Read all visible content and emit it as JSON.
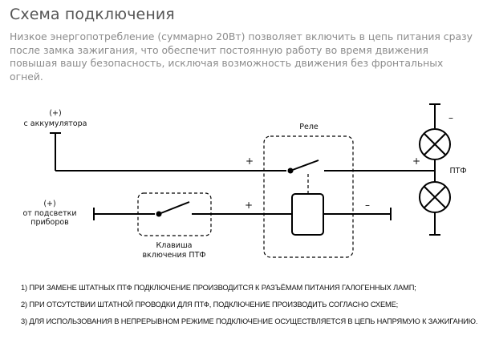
{
  "header": {
    "title": "Схема подключения",
    "description": "Низкое энергопотребление (суммарно 20Вт) позволяет включить в цепь питания сразу после замка зажигания, что обеспечит постоянную работу во время движения повышая вашу безопасность, исключая возможность движения без фронтальных огней."
  },
  "diagram": {
    "battery_plus": "(+)",
    "battery_label": "с аккумулятора",
    "dashboard_plus": "(+)",
    "dashboard_label_line1": "от подсветки",
    "dashboard_label_line2": "приборов",
    "relay_label": "Реле",
    "switch_label_line1": "Клавиша",
    "switch_label_line2": "включения ПТФ",
    "ptf_label": "ПТФ",
    "plus_top_wire": "+",
    "plus_lamp_feed": "+",
    "plus_coil": "+",
    "minus_coil": "–",
    "minus_lamp": "–"
  },
  "notes": [
    "1) ПРИ ЗАМЕНЕ ШТАТНЫХ ПТФ ПОДКЛЮЧЕНИЕ ПРОИЗВОДИТСЯ К РАЗЪЁМАМ ПИТАНИЯ ГАЛОГЕННЫХ ЛАМП;",
    "2) ПРИ ОТСУТСТВИИ ШТАТНОЙ ПРОВОДКИ ДЛЯ ПТФ, ПОДКЛЮЧЕНИЕ ПРОИЗВОДИТЬ СОГЛАСНО СХЕМЕ;",
    "3) ДЛЯ ИСПОЛЬЗОВАНИЯ В НЕПРЕРЫВНОМ РЕЖИМЕ ПОДКЛЮЧЕНИЕ ОСУЩЕСТВЛЯЕТСЯ В ЦЕПЬ НАПРЯМУЮ К ЗАЖИГАНИЮ."
  ]
}
